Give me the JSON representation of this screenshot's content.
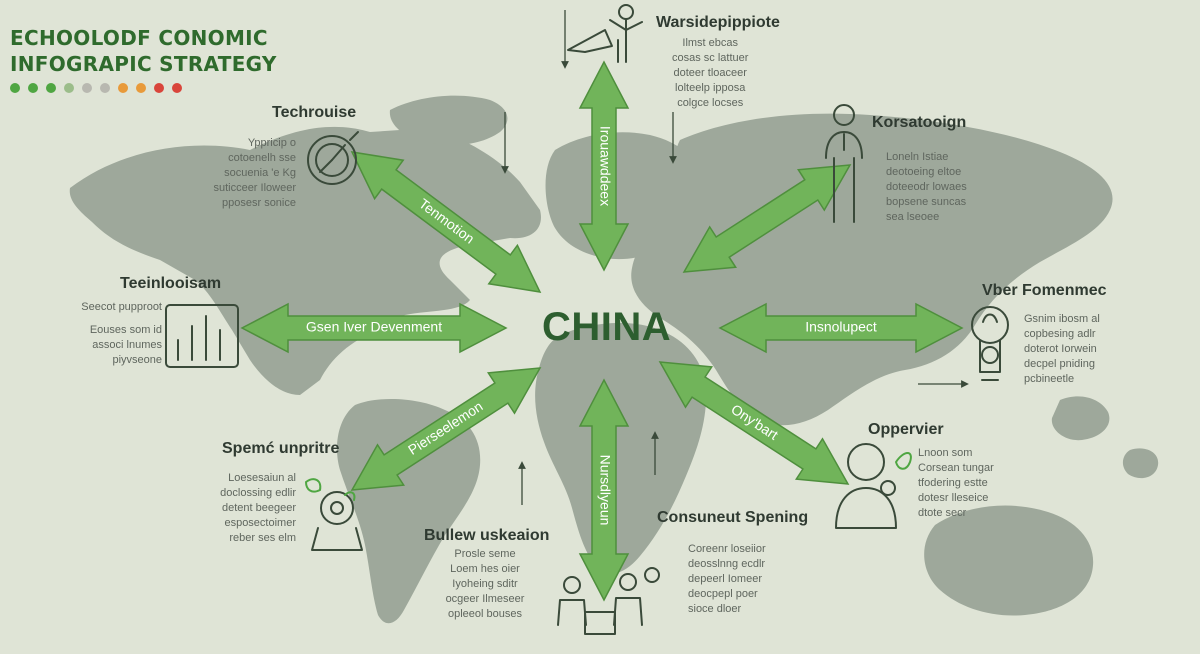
{
  "header": {
    "title_line1": "ECHOOLODF CONOMIC",
    "title_line2": "INFOGRAPIC STRATEGY",
    "dot_colors": [
      "#4fa642",
      "#4fa642",
      "#4fa642",
      "#9bbd8a",
      "#b8b8b0",
      "#b8b8b0",
      "#e89a3a",
      "#e89a3a",
      "#d9453b",
      "#d9453b"
    ]
  },
  "center": {
    "label": "CHINA"
  },
  "colors": {
    "arrow": "#71b45a",
    "arrow_stroke": "#4f8f3d",
    "map": "#9ea89b",
    "icon": "#3a4a3a"
  },
  "nodes": [
    {
      "title": "Warsidepippiote",
      "body": [
        "Ilmst ebcas",
        "cosas sc lattuer",
        "doteer tloaceer",
        "lolteelp ipposa",
        "colgce locses"
      ]
    },
    {
      "title": "Korsatooign",
      "body": [
        "Loneln Istiae",
        "deotoeing eltoe",
        "doteeodr lowaes",
        "bopsene suncas",
        "sea lseoee"
      ]
    },
    {
      "title": "Techrouise",
      "body": [
        "Yppricip o",
        "cotoenelh sse",
        "socuenia 'e Kg",
        "suticceer Iloweer",
        "pposesr sonice"
      ]
    },
    {
      "title": "Vber Fomenmec",
      "body": [
        "Gsnim ibosm al",
        "copbesing adlr",
        "doterot Iorwein",
        "decpel pniding",
        "pcbineetle"
      ]
    },
    {
      "title": "Teeinlooisam",
      "body": [
        "Seecot pupproot",
        "Eouses som id",
        "associ lnumes",
        "piyvseone"
      ]
    },
    {
      "title": "Oppervier",
      "body": [
        "Lnoon som",
        "Corsean tungar",
        "tfodering estte",
        "dotesr lleseice",
        "dtote secr"
      ]
    },
    {
      "title": "Spemć unpritre",
      "body": [
        "Loesesaiun al",
        "doclossing edlir",
        "detent beegeer",
        "esposectoimer",
        "reber ses elm"
      ]
    },
    {
      "title": "Consuneut Spening",
      "body": [
        "Coreenr loseiior",
        "deosslnng ecdlr",
        "depeerl Iomeer",
        "deocpepl poer",
        "sioce dloer"
      ]
    },
    {
      "title": "Bullew uskeaion",
      "body": [
        "Prosle seme",
        "Loem hes oier",
        "Iyoheing sditr",
        "ocgeer Ilmeseer",
        "opleeol bouses"
      ]
    }
  ],
  "arrows": [
    {
      "label": "Irouawddeex"
    },
    {
      "label": "Tenmotion"
    },
    {
      "label": "Gsen Iver Devenment"
    },
    {
      "label": "Insnolupect"
    },
    {
      "label": "Pierseelemon"
    },
    {
      "label": "Ony'bart"
    },
    {
      "label": "Nursdlyeun"
    },
    {
      "label": ""
    }
  ]
}
